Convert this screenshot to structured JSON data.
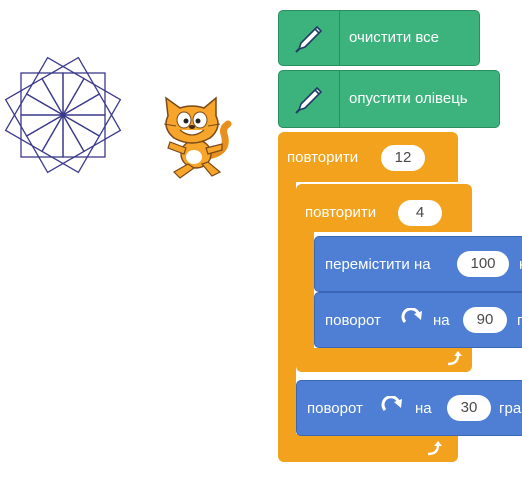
{
  "blocks": {
    "clear_all": "очистити все",
    "pen_down": "опустити олівець",
    "repeat_outer": {
      "label": "повторити",
      "count": "12"
    },
    "repeat_inner": {
      "label": "повторити",
      "count": "4"
    },
    "move": {
      "label": "перемістити на",
      "steps": "100",
      "suffix": "к"
    },
    "turn_inner": {
      "label": "поворот",
      "on": "на",
      "degrees": "90",
      "suffix": "г"
    },
    "turn_outer": {
      "label": "поворот",
      "on": "на",
      "degrees": "30",
      "suffix": "гра"
    }
  },
  "icons": {
    "pen_extension": "pen-icon",
    "rotate_clockwise": "rotate-clockwise-icon",
    "loop_arrow": "loop-arrow-icon",
    "sprite": "scratch-cat-sprite"
  },
  "colors": {
    "pen_block": "#3cb37d",
    "control_block": "#f2a21c",
    "motion_block": "#4e7fd4",
    "drawing_stroke": "#3a3a8c"
  }
}
